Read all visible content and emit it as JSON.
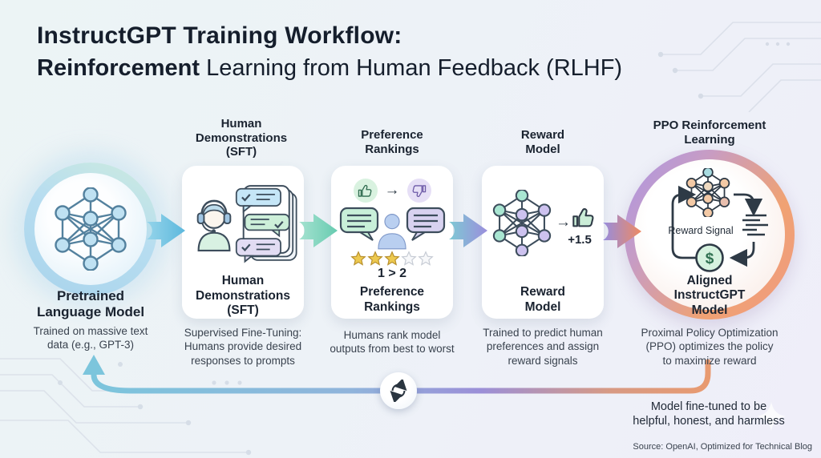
{
  "title": {
    "line1": "InstructGPT Training Workflow:",
    "line2_bold": "Reinforcement",
    "line2_rest": " Learning from Human Feedback (RLHF)"
  },
  "stages": {
    "pretrained": {
      "label": "Pretrained\nLanguage Model",
      "description": "Trained on massive text\ndata (e.g., GPT-3)",
      "icon": "neural-network-icon"
    },
    "sft": {
      "header": "Human\nDemonstrations\n(SFT)",
      "card_label": "Human\nDemonstrations\n(SFT)",
      "description": "Supervised Fine-Tuning:\nHumans provide desired\nresponses to prompts",
      "icons": [
        "human-annotator-headset-icon",
        "chat-responses-stack-icon"
      ]
    },
    "preference": {
      "header": "Preference\nRankings",
      "card_label": "Preference\nRankings",
      "arrow_glyph": "→",
      "rank_text": "1 > 2",
      "stars": {
        "filled": 3,
        "empty": 2
      },
      "description": "Humans rank model\noutputs from best to worst",
      "icons": [
        "thumbs-up-icon",
        "thumbs-down-icon",
        "chat-bubble-icon",
        "person-icon",
        "star-rating-icon"
      ]
    },
    "reward": {
      "header": "Reward\nModel",
      "card_label": "Reward\nModel",
      "arrow_glyph": "→",
      "reward_value": "+1.5",
      "description": "Trained to predict human\npreferences and assign\nreward signals",
      "icons": [
        "neural-network-icon",
        "thumbs-up-icon"
      ]
    },
    "ppo": {
      "header": "PPO Reinforcement\nLearning",
      "inner_label": "Aligned\nInstructGPT\nModel",
      "reward_signal_label": "Reward Signal",
      "dollar_symbol": "$",
      "description": "Proximal Policy Optimization\n(PPO) optimizes the policy\nto maximize reward",
      "icons": [
        "neural-network-icon",
        "policy-loop-icon",
        "output-text-icon",
        "reward-dollar-icon"
      ]
    }
  },
  "feedback_loop": {
    "note": "Model fine-tuned to be\nhelpful, honest, and harmless",
    "icon": "refresh-cycle-icon"
  },
  "source": "Source: OpenAI, Optimized for Technical Blog",
  "colors": {
    "background_left": "#ECF4F5",
    "background_right": "#EFEEF9",
    "title_text": "#151E2C",
    "body_text": "#39424E",
    "card_bg": "#FFFFFF",
    "arrow_blue": "#63BBDF",
    "arrow_teal": "#72CFB6",
    "arrow_purple": "#978CDB",
    "arrow_orange": "#EC8A62",
    "pretrained_ring_blue": "#AFD8EE",
    "ppo_ring_purple": "#AB96E6",
    "ppo_ring_orange": "#F0A273",
    "star_gold": "#EDC94F",
    "dollar_green": "#D6F2DF",
    "outline_dark": "#2E3A46"
  }
}
